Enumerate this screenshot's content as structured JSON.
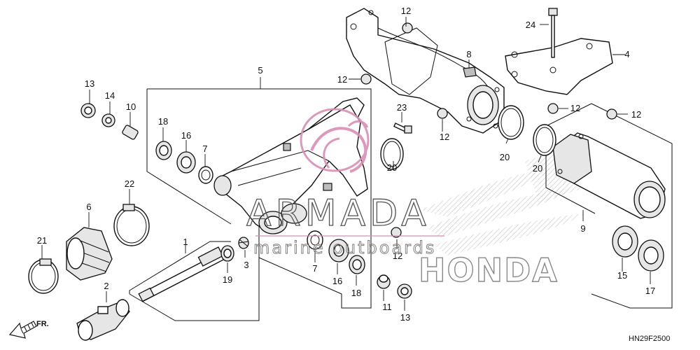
{
  "diagram": {
    "code": "HN29F2500",
    "direction_label": "FR.",
    "watermark": {
      "brand": "ARMADA",
      "tagline": "marine outboards"
    },
    "background_logo": "HONDA",
    "callouts": [
      {
        "id": "c1",
        "label": "1"
      },
      {
        "id": "c2",
        "label": "2"
      },
      {
        "id": "c3",
        "label": "3"
      },
      {
        "id": "c4",
        "label": "4"
      },
      {
        "id": "c5",
        "label": "5"
      },
      {
        "id": "c6",
        "label": "6"
      },
      {
        "id": "c7a",
        "label": "7"
      },
      {
        "id": "c7b",
        "label": "7"
      },
      {
        "id": "c8",
        "label": "8"
      },
      {
        "id": "c9",
        "label": "9"
      },
      {
        "id": "c10",
        "label": "10"
      },
      {
        "id": "c11",
        "label": "11"
      },
      {
        "id": "c12a",
        "label": "12"
      },
      {
        "id": "c12b",
        "label": "12"
      },
      {
        "id": "c12c",
        "label": "12"
      },
      {
        "id": "c12d",
        "label": "12"
      },
      {
        "id": "c12e",
        "label": "12"
      },
      {
        "id": "c12f",
        "label": "12"
      },
      {
        "id": "c13a",
        "label": "13"
      },
      {
        "id": "c13b",
        "label": "13"
      },
      {
        "id": "c14",
        "label": "14"
      },
      {
        "id": "c15",
        "label": "15"
      },
      {
        "id": "c16a",
        "label": "16"
      },
      {
        "id": "c16b",
        "label": "16"
      },
      {
        "id": "c17",
        "label": "17"
      },
      {
        "id": "c18a",
        "label": "18"
      },
      {
        "id": "c18b",
        "label": "18"
      },
      {
        "id": "c19",
        "label": "19"
      },
      {
        "id": "c20a",
        "label": "20"
      },
      {
        "id": "c20b",
        "label": "20"
      },
      {
        "id": "c20c",
        "label": "20"
      },
      {
        "id": "c21",
        "label": "21"
      },
      {
        "id": "c22",
        "label": "22"
      },
      {
        "id": "c23",
        "label": "23"
      },
      {
        "id": "c24",
        "label": "24"
      }
    ]
  }
}
